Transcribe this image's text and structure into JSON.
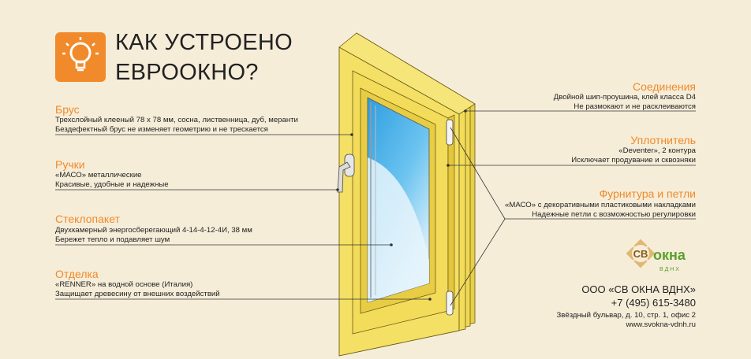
{
  "header": {
    "title_line1": "КАК УСТРОЕНО",
    "title_line2": "ЕВРООКНО?",
    "icon": "lightbulb-icon",
    "icon_bg": "#f08a2a"
  },
  "left_blocks": [
    {
      "label": "Брус",
      "line1": "Трехслойный клееный 78 х 78 мм, сосна, лиственница, дуб, меранти",
      "line2": "Бездефектный брус не изменяет геометрию и не трескается"
    },
    {
      "label": "Ручки",
      "line1": "«МАСО» металлические",
      "line2": "Красивые, удобные и надежные"
    },
    {
      "label": "Стеклопакет",
      "line1": "Двухкамерный энергосберегающий 4-14-4-12-4И, 38 мм",
      "line2": "Бережет тепло и подавляет шум"
    },
    {
      "label": "Отделка",
      "line1": "«RENNER» на водной основе (Италия)",
      "line2": "Защищает древесину от внешних воздействий"
    }
  ],
  "right_blocks": [
    {
      "label": "Соединения",
      "line1": "Двойной шип-проушина, клей класса D4",
      "line2": "Не размокают и не расклеиваются"
    },
    {
      "label": "Уплотнитель",
      "line1": "«Deventer», 2 контура",
      "line2": "Исключает продувание и сквозняки"
    },
    {
      "label": "Фурнитура и петли",
      "line1": "«МАСО» с декоративными пластиковыми накладками",
      "line2": "Надежные петли с возможностью регулировки"
    }
  ],
  "logo": {
    "sv": "СВ",
    "okna": "окна",
    "vdnh": "В Д Н Х"
  },
  "company": {
    "name": "ООО «СВ ОКНА ВДНХ»",
    "phone": "+7 (495) 615-3480",
    "address": "Звёздный бульвар, д. 10, стр. 1, офис 2",
    "website": "www.svokna-vdnh.ru"
  },
  "colors": {
    "accent": "#f08a2a",
    "background": "#f6edd9",
    "wood": "#f2dc5a",
    "glass": "#4ab0e8"
  }
}
